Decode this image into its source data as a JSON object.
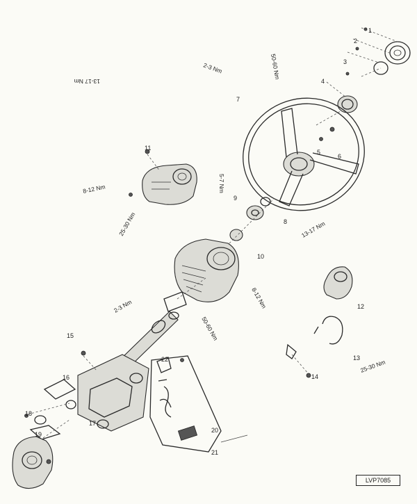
{
  "figure": {
    "drawing_code": "LVP7085"
  },
  "callouts": [
    {
      "id": "c1",
      "text": "1"
    },
    {
      "id": "c2",
      "text": "2"
    },
    {
      "id": "c3",
      "text": "3"
    },
    {
      "id": "c4",
      "text": "4"
    },
    {
      "id": "c5",
      "text": "5"
    },
    {
      "id": "c6",
      "text": "6"
    },
    {
      "id": "c7",
      "text": "7"
    },
    {
      "id": "c8",
      "text": "8"
    },
    {
      "id": "c9",
      "text": "9"
    },
    {
      "id": "c10",
      "text": "10"
    },
    {
      "id": "c11",
      "text": "11"
    },
    {
      "id": "c12",
      "text": "12"
    },
    {
      "id": "c13",
      "text": "13"
    },
    {
      "id": "c14",
      "text": "14"
    },
    {
      "id": "c15",
      "text": "15"
    },
    {
      "id": "c16",
      "text": "16"
    },
    {
      "id": "c17",
      "text": "17"
    },
    {
      "id": "c18",
      "text": "18"
    },
    {
      "id": "c19",
      "text": "19"
    },
    {
      "id": "c20",
      "text": "20"
    },
    {
      "id": "c21",
      "text": "21"
    },
    {
      "id": "c22",
      "text": "22"
    }
  ],
  "references": [
    {
      "id": "r1",
      "text": "13-17 Nm"
    },
    {
      "id": "r2",
      "text": "2-3 Nm"
    },
    {
      "id": "r3",
      "text": "50-60 Nm"
    },
    {
      "id": "r4",
      "text": "8-12 Nm"
    },
    {
      "id": "r5",
      "text": "25-30 Nm"
    },
    {
      "id": "r6",
      "text": "5-7 Nm"
    }
  ]
}
